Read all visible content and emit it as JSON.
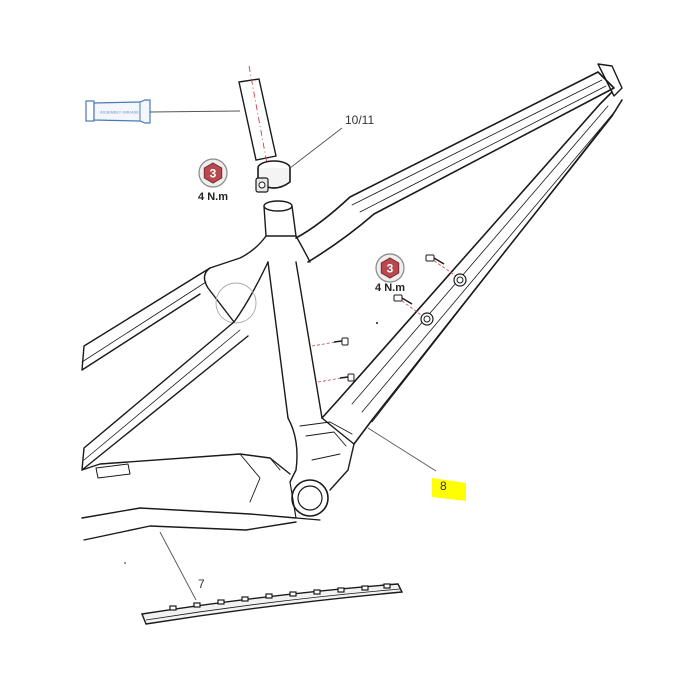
{
  "callouts": {
    "seat_clamp": "10/11",
    "down_tube_part": "8",
    "chainstay_protector": "7"
  },
  "torque": {
    "seat_clamp_badge": "3",
    "seat_clamp_value": "4 N.m",
    "bottle_badge": "3",
    "bottle_value": "4 N.m"
  },
  "grease_tube": {
    "label": "ASSEMBLY GREASE"
  },
  "colors": {
    "badge_fill": "#b84a4f",
    "badge_ring": "#888888",
    "highlight": "#ffff00",
    "leader_line": "#555555",
    "axis_dash": "#d04040",
    "frame_stroke": "#1a1a1a",
    "tube_stroke": "#4a7ab5"
  }
}
